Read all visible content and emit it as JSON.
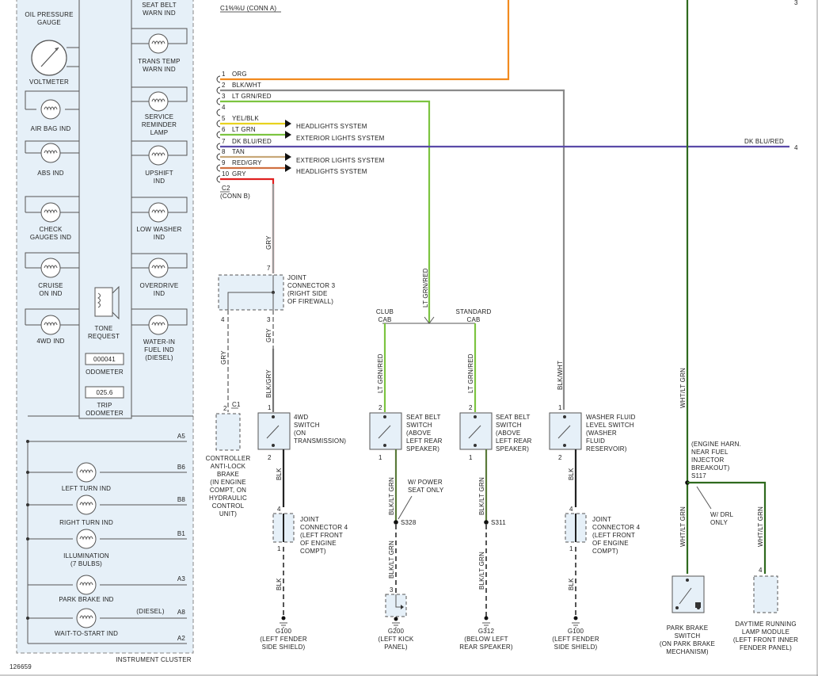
{
  "diagram_id": "126659",
  "cluster": {
    "title": "INSTRUMENT CLUSTER",
    "oil_pressure_gauge": [
      "OIL PRESSURE",
      "GAUGE"
    ],
    "voltmeter": "VOLTMETER",
    "air_bag_ind": "AIR BAG IND",
    "abs_ind": "ABS IND",
    "check_gauges_ind": [
      "CHECK",
      "GAUGES IND"
    ],
    "cruise_on_ind": [
      "CRUISE",
      "ON IND"
    ],
    "four_wd_ind": "4WD IND",
    "seat_belt_warn_ind": [
      "SEAT BELT",
      "WARN IND"
    ],
    "trans_temp_warn_ind": [
      "TRANS TEMP",
      "WARN IND"
    ],
    "service_reminder_lamp": [
      "SERVICE",
      "REMINDER",
      "LAMP"
    ],
    "upshift_ind": [
      "UPSHIFT",
      "IND"
    ],
    "low_washer_ind": [
      "LOW WASHER",
      "IND"
    ],
    "overdrive_ind": [
      "OVERDRIVE",
      "IND"
    ],
    "water_in_fuel_ind": [
      "WATER-IN",
      "FUEL IND",
      "(DIESEL)"
    ],
    "tone_request": [
      "TONE",
      "REQUEST"
    ],
    "odometer_value": "000041",
    "odometer_label": "ODOMETER",
    "trip_value": "025.6",
    "trip_label": [
      "TRIP",
      "ODOMETER"
    ],
    "left_turn_ind": "LEFT TURN IND",
    "right_turn_ind": "RIGHT TURN IND",
    "illumination": [
      "ILLUMINATION",
      "(7 BULBS)"
    ],
    "park_brake_ind": "PARK BRAKE IND",
    "wait_to_start_ind": "WAIT-TO-START IND",
    "diesel_note": "(DIESEL)",
    "pins": [
      "A5",
      "B6",
      "B8",
      "B1",
      "A3",
      "A8",
      "A2"
    ]
  },
  "connector_a": "C1%%U (CONN A)",
  "connector_b": [
    "C2",
    "(CONN B)"
  ],
  "top_right_pin": "3",
  "wires": [
    {
      "pin": "1",
      "label": "ORG",
      "color": "#f28a1e"
    },
    {
      "pin": "2",
      "label": "BLK/WHT",
      "color": "#8a8a8a"
    },
    {
      "pin": "3",
      "label": "LT GRN/RED",
      "color": "#7cc440"
    },
    {
      "pin": "4",
      "label": "",
      "color": "#7cc440"
    },
    {
      "pin": "5",
      "label": "YEL/BLK",
      "color": "#e8d21e"
    },
    {
      "pin": "6",
      "label": "LT GRN",
      "color": "#7cc440"
    },
    {
      "pin": "7",
      "label": "DK BLU/RED",
      "color": "#5a4aa8"
    },
    {
      "pin": "8",
      "label": "TAN",
      "color": "#c8a878"
    },
    {
      "pin": "9",
      "label": "RED/GRY",
      "color": "#d07040"
    },
    {
      "pin": "10",
      "label": "GRY",
      "color": "#e02020"
    }
  ],
  "destinations": {
    "headlights_1": "HEADLIGHTS SYSTEM",
    "exterior_1": "EXTERIOR LIGHTS SYSTEM",
    "exterior_2": "EXTERIOR LIGHTS SYSTEM",
    "headlights_2": "HEADLIGHTS SYSTEM",
    "dk_blu_red_right": "DK BLU/RED",
    "dk_blu_red_pin": "4"
  },
  "components": {
    "joint_connector_3": [
      "JOINT",
      "CONNECTOR 3",
      "(RIGHT SIDE",
      "OF FIREWALL)"
    ],
    "abs_controller": [
      "CONTROLLER",
      "ANTI-LOCK",
      "BRAKE",
      "(IN ENGINE",
      "COMPT, ON",
      "HYDRAULIC",
      "CONTROL",
      "UNIT)"
    ],
    "fourwd_switch": [
      "4WD",
      "SWITCH",
      "(ON",
      "TRANSMISSION)"
    ],
    "club_cab": [
      "CLUB",
      "CAB"
    ],
    "standard_cab": [
      "STANDARD",
      "CAB"
    ],
    "seat_belt_switch": [
      "SEAT BELT",
      "SWITCH",
      "(ABOVE",
      "LEFT REAR",
      "SPEAKER)"
    ],
    "washer_switch": [
      "WASHER FLUID",
      "LEVEL SWITCH",
      "(WASHER",
      "FLUID",
      "RESERVOIR)"
    ],
    "joint_connector_4": [
      "JOINT",
      "CONNECTOR 4",
      "(LEFT FRONT",
      "OF ENGINE",
      "COMPT)"
    ],
    "power_seat_note": [
      "W/ POWER",
      "SEAT ONLY"
    ],
    "s328": "S328",
    "s311": "S311",
    "g100": [
      "G100",
      "(LEFT FENDER",
      "SIDE SHIELD)"
    ],
    "g200": [
      "G200",
      "(LEFT KICK",
      "PANEL)"
    ],
    "g312": [
      "G312",
      "(BELOW LEFT",
      "REAR SPEAKER)"
    ],
    "s117": [
      "(ENGINE HARN.",
      "NEAR FUEL",
      "INJECTOR",
      "BREAKOUT)",
      "S117"
    ],
    "drl_note": [
      "W/ DRL",
      "ONLY"
    ],
    "park_brake_switch": [
      "PARK BRAKE",
      "SWITCH",
      "(ON PARK BRAKE",
      "MECHANISM)"
    ],
    "drl_module": [
      "DAYTIME RUNNING",
      "LAMP MODULE",
      "(LEFT FRONT INNER",
      "FENDER PANEL)"
    ]
  },
  "wire_labels": {
    "gry": "GRY",
    "lt_grn_red": "LT GRN/RED",
    "blk_gry": "BLK/GRY",
    "blk": "BLK",
    "blk_lt_grn": "BLK/LT GRN",
    "blk_wht": "BLK/WHT",
    "wht_lt_grn": "WHT/LT GRN"
  },
  "pin_numbers": {
    "j3_top": "7",
    "j3_left": "4",
    "j3_right": "3",
    "abs_pin": "2",
    "abs_conn": "C1",
    "fourwd_top": "1",
    "fourwd_bottom": "2",
    "sb_top": "2",
    "sb_bottom": "1",
    "washer_top": "1",
    "washer_bottom": "2",
    "j4_top": "4",
    "j4_bottom": "1",
    "g200_pin": "3",
    "drl_pin": "4"
  }
}
